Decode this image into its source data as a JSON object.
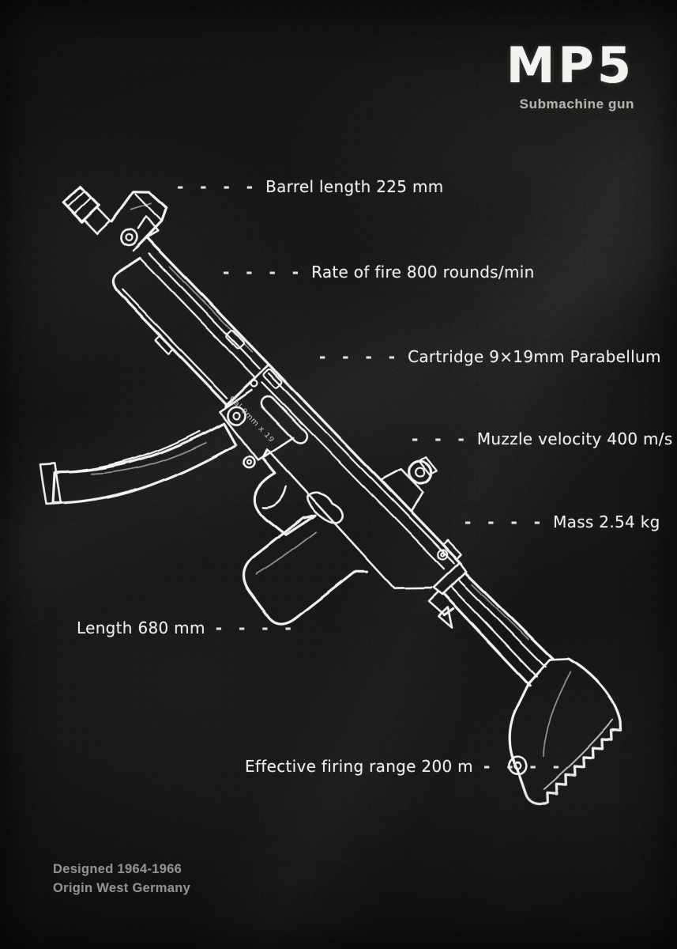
{
  "poster": {
    "title": "MP5",
    "subtitle": "Submachine gun",
    "engraving": "Cal 9mm x 19",
    "labels": [
      {
        "leader": "- - - -",
        "text": "Barrel length 225 mm",
        "leader_position": "before"
      },
      {
        "leader": "- - - -",
        "text": "Rate of fire 800 rounds/min",
        "leader_position": "before"
      },
      {
        "leader": "- - - -",
        "text": "Cartridge 9×19mm Parabellum",
        "leader_position": "before"
      },
      {
        "leader": "- - -",
        "text": "Muzzle velocity 400 m/s",
        "leader_position": "before"
      },
      {
        "leader": "- - - -",
        "text": "Mass 2.54 kg",
        "leader_position": "before"
      },
      {
        "leader": "- - - -",
        "text": "Length 680 mm",
        "leader_position": "after"
      },
      {
        "leader": "- - - -",
        "text": "Effective firing range 200 m",
        "leader_position": "after"
      }
    ],
    "footer": {
      "line1": "Designed 1964-1966",
      "line2": "Origin West Germany"
    },
    "colors": {
      "background": "#151514",
      "chalk": "#f3f2ef",
      "subtitle": "#b4b1ad",
      "footer": "#92908d"
    }
  }
}
